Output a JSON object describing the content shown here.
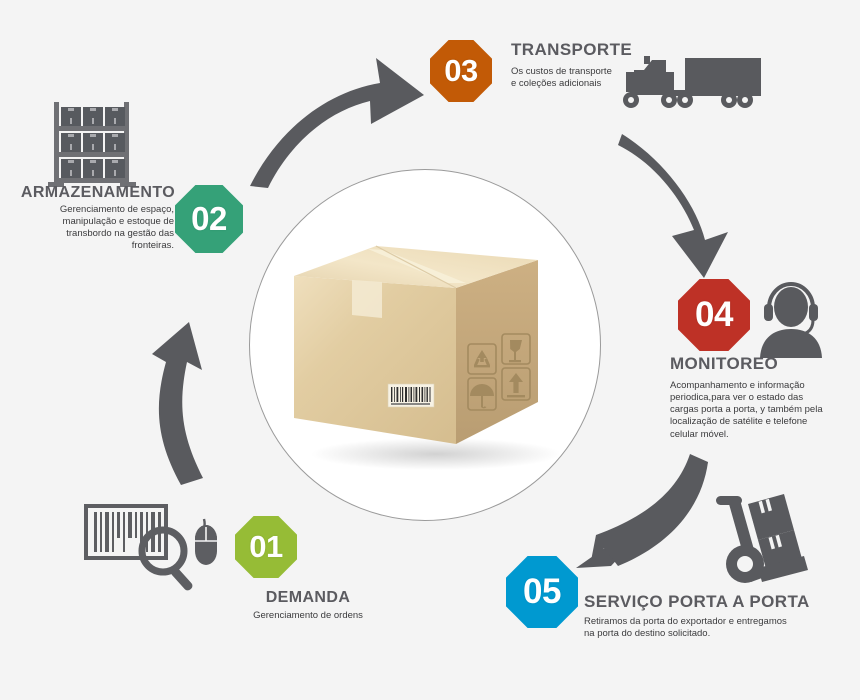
{
  "page": {
    "background_color": "#f4f4f4",
    "diagram_type": "logistics-cycle-infographic",
    "center_graphic": "cardboard-shipping-box"
  },
  "palette": {
    "step01_green": "#96bc36",
    "step02_teal": "#35a178",
    "step03_orange": "#c25a06",
    "step04_red": "#be3126",
    "step05_blue": "#0099d0",
    "arrow_gray": "#595a5e",
    "icon_gray": "#5d5e62",
    "title_gray": "#5b5b60",
    "body_text": "#3b3b3d",
    "ring_stroke": "#9a9a9a",
    "ring_fill": "#ffffff",
    "box_top": "#f0e2c2",
    "box_front": "#dcc79e",
    "box_side": "#c4a97c"
  },
  "steps": [
    {
      "number": "01",
      "title": "DEMANDA",
      "description": "Gerenciamento de ordens",
      "color": "#96bc36",
      "icons": [
        "barcode-icon",
        "magnifier-icon",
        "computer-mouse-icon"
      ]
    },
    {
      "number": "02",
      "title": "ARMAZENAMENTO",
      "description": "Gerenciamento de espaço, manipulação e estoque de transbordo na gestão das fronteiras.",
      "color": "#35a178",
      "icons": [
        "warehouse-rack-icon"
      ]
    },
    {
      "number": "03",
      "title": "TRANSPORTE",
      "description": "Os custos de transporte e coleções adicionais",
      "color": "#c25a06",
      "icons": [
        "semi-truck-icon"
      ]
    },
    {
      "number": "04",
      "title": "MONITOREO",
      "description": "Acompanhamento e informação periodica,para ver o estado das cargas porta a porta, y também pela localização de satélite e telefone celular móvel.",
      "color": "#be3126",
      "icons": [
        "headset-operator-icon"
      ]
    },
    {
      "number": "05",
      "title": "SERVIÇO PORTA A PORTA",
      "description": "Retiramos da porta do exportador e entregamos na porta do destino solicitado.",
      "color": "#0099d0",
      "icons": [
        "hand-truck-dolly-icon"
      ]
    }
  ],
  "arrows": [
    {
      "name": "arrow-01-to-02",
      "direction": "up",
      "from": "01",
      "to": "02"
    },
    {
      "name": "arrow-02-to-03",
      "direction": "up-right",
      "from": "02",
      "to": "03"
    },
    {
      "name": "arrow-03-to-04",
      "direction": "down",
      "from": "03",
      "to": "04"
    },
    {
      "name": "arrow-04-to-05",
      "direction": "down-left",
      "from": "04",
      "to": "05"
    }
  ],
  "center_box": {
    "markings": [
      "recycle-symbol",
      "fragile-glass-symbol",
      "keep-dry-umbrella-symbol",
      "this-way-up-arrow-symbol"
    ],
    "has_barcode_label": true,
    "has_packing_tape": true
  }
}
